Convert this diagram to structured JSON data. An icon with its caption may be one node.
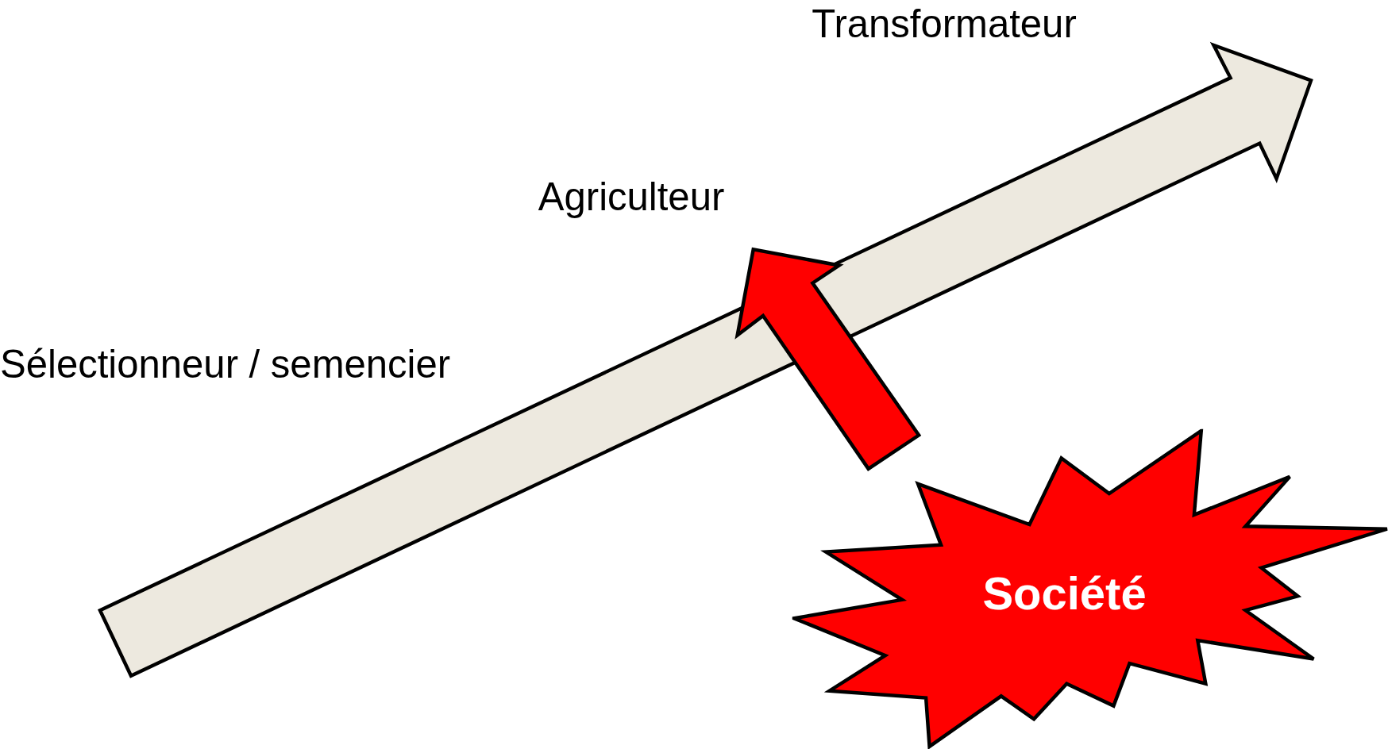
{
  "diagram": {
    "nodes": [
      {
        "text": [],
        "shape": "arrow"
      },
      {
        "text": [
          "Société"
        ]
      }
    ],
    "edges": [
      {
        "from": 1,
        "to": 0,
        "arrow": "to",
        "style": "thick",
        "color": "#ff0000"
      }
    ],
    "labels": [
      "Transformateur",
      "Agriculteur",
      "Sélectionneur / semencier"
    ]
  }
}
